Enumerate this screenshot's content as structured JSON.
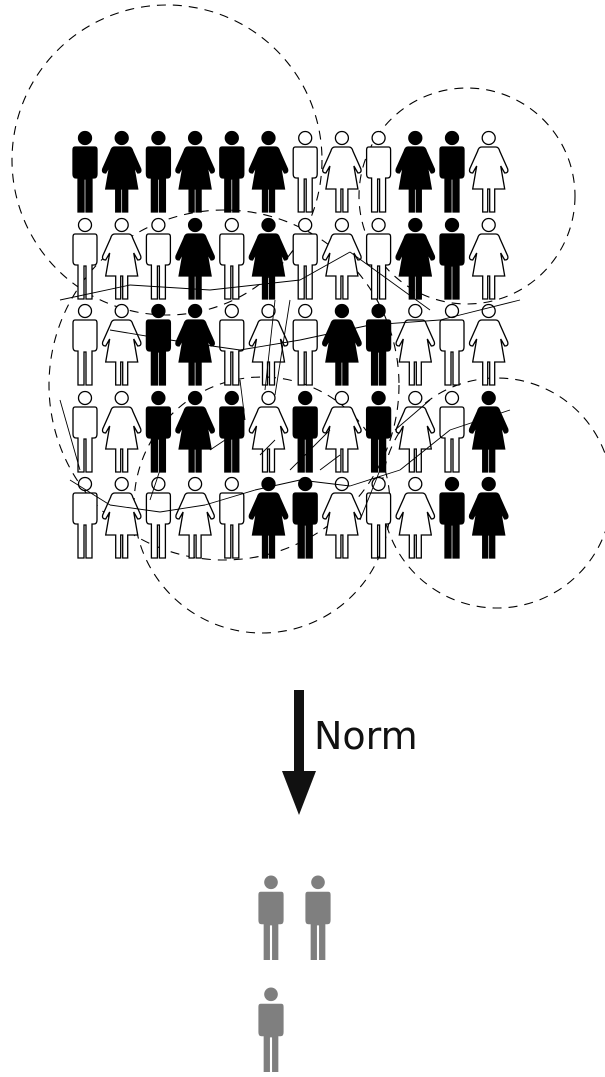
{
  "arrow_label": "Norm",
  "colors": {
    "solid": "#000000",
    "outline": "#ffffff",
    "result": "#7f7f7f"
  },
  "icon_types": [
    "man",
    "woman"
  ],
  "population_grid": [
    [
      [
        "man",
        "filled"
      ],
      [
        "woman",
        "filled"
      ],
      [
        "man",
        "filled"
      ],
      [
        "woman",
        "filled"
      ],
      [
        "man",
        "filled"
      ],
      [
        "woman",
        "filled"
      ],
      [
        "man",
        "outline"
      ],
      [
        "woman",
        "outline"
      ],
      [
        "man",
        "outline"
      ],
      [
        "woman",
        "filled"
      ],
      [
        "man",
        "filled"
      ],
      [
        "woman",
        "outline"
      ]
    ],
    [
      [
        "man",
        "outline"
      ],
      [
        "woman",
        "outline"
      ],
      [
        "man",
        "outline"
      ],
      [
        "woman",
        "filled"
      ],
      [
        "man",
        "outline"
      ],
      [
        "woman",
        "filled"
      ],
      [
        "man",
        "outline"
      ],
      [
        "woman",
        "outline"
      ],
      [
        "man",
        "outline"
      ],
      [
        "woman",
        "filled"
      ],
      [
        "man",
        "filled"
      ],
      [
        "woman",
        "outline"
      ]
    ],
    [
      [
        "man",
        "outline"
      ],
      [
        "woman",
        "outline"
      ],
      [
        "man",
        "filled"
      ],
      [
        "woman",
        "filled"
      ],
      [
        "man",
        "outline"
      ],
      [
        "woman",
        "outline"
      ],
      [
        "man",
        "outline"
      ],
      [
        "woman",
        "filled"
      ],
      [
        "man",
        "filled"
      ],
      [
        "woman",
        "outline"
      ],
      [
        "man",
        "outline"
      ],
      [
        "woman",
        "outline"
      ]
    ],
    [
      [
        "man",
        "outline"
      ],
      [
        "woman",
        "outline"
      ],
      [
        "man",
        "filled"
      ],
      [
        "woman",
        "filled"
      ],
      [
        "man",
        "filled"
      ],
      [
        "woman",
        "outline"
      ],
      [
        "man",
        "filled"
      ],
      [
        "woman",
        "outline"
      ],
      [
        "man",
        "filled"
      ],
      [
        "woman",
        "outline"
      ],
      [
        "man",
        "outline"
      ],
      [
        "woman",
        "filled"
      ]
    ],
    [
      [
        "man",
        "outline"
      ],
      [
        "woman",
        "outline"
      ],
      [
        "man",
        "outline"
      ],
      [
        "woman",
        "outline"
      ],
      [
        "man",
        "outline"
      ],
      [
        "woman",
        "filled"
      ],
      [
        "man",
        "filled"
      ],
      [
        "woman",
        "outline"
      ],
      [
        "man",
        "outline"
      ],
      [
        "woman",
        "outline"
      ],
      [
        "man",
        "filled"
      ],
      [
        "woman",
        "filled"
      ]
    ]
  ],
  "result_figures": [
    {
      "type": "man",
      "shade": "gray"
    },
    {
      "type": "man",
      "shade": "gray"
    },
    {
      "type": "man",
      "shade": "gray"
    }
  ]
}
